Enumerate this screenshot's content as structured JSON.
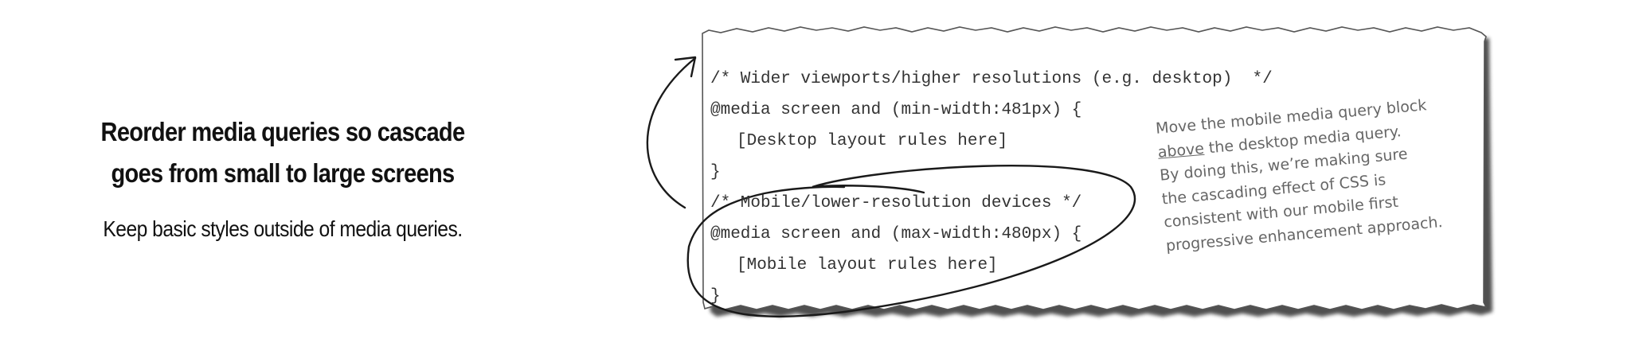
{
  "left": {
    "heading_line1": "Reorder media queries so cascade",
    "heading_line2": "goes from small to large screens",
    "subtext": "Keep basic styles outside of media queries."
  },
  "code_lines": [
    "/* Wider viewports/higher resolutions (e.g. desktop)  */",
    "@media screen and (min-width:481px) {",
    "[Desktop layout rules here]",
    "}",
    "/* Mobile/lower-resolution devices */",
    "@media screen and (max-width:480px) {",
    "[Mobile layout rules here]",
    "}"
  ],
  "annotation": {
    "line1": "Move the mobile media query block",
    "line2_underlined": "above",
    "line2_rest": " the desktop media query.",
    "line3": "By doing this, we’re making sure",
    "line4": "the cascading effect of CSS is",
    "line5": "consistent with our mobile first",
    "line6": "progressive enhancement approach."
  },
  "colors": {
    "text": "#111111",
    "code_text": "#333333",
    "annotation_text": "#666666",
    "paper_border": "#555555",
    "shadow": "#333333",
    "ink": "#1a1a1a"
  }
}
